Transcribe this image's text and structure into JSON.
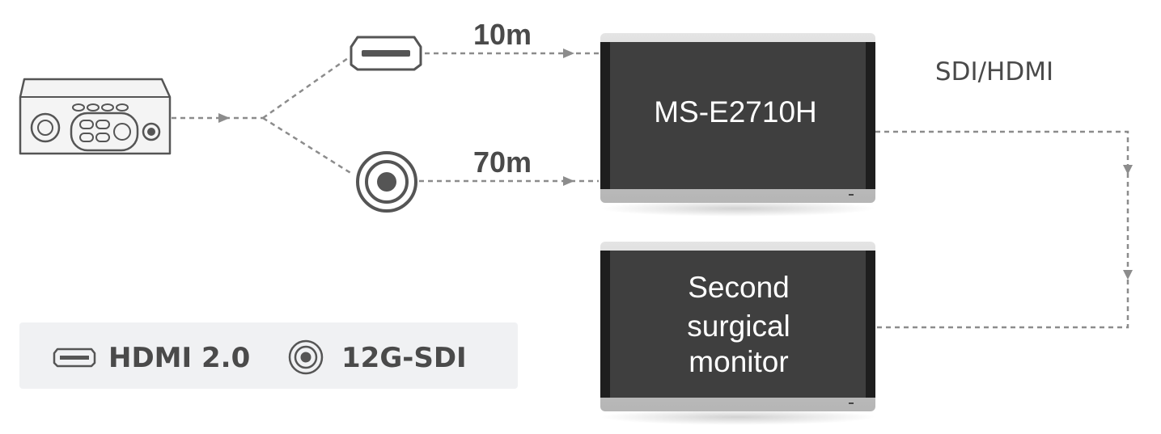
{
  "connections": {
    "hdmi_distance": "10m",
    "sdi_distance": "70m",
    "output_interface": "SDI/HDMI"
  },
  "primary_monitor": {
    "label": "MS-E2710H"
  },
  "second_monitor": {
    "label_lines": [
      "Second",
      "surgical",
      "monitor"
    ]
  },
  "legend": {
    "items": [
      {
        "icon": "hdmi-icon",
        "label": "HDMI 2.0"
      },
      {
        "icon": "sdi-coax-icon",
        "label": "12G-SDI"
      }
    ]
  },
  "colors": {
    "screen": "#3f3f3f",
    "bezel": "#c9c9c9",
    "connector": "#555555",
    "wire": "#8c8c8c",
    "legend_bg": "#f0f1f3",
    "text": "#4a4a4a"
  }
}
